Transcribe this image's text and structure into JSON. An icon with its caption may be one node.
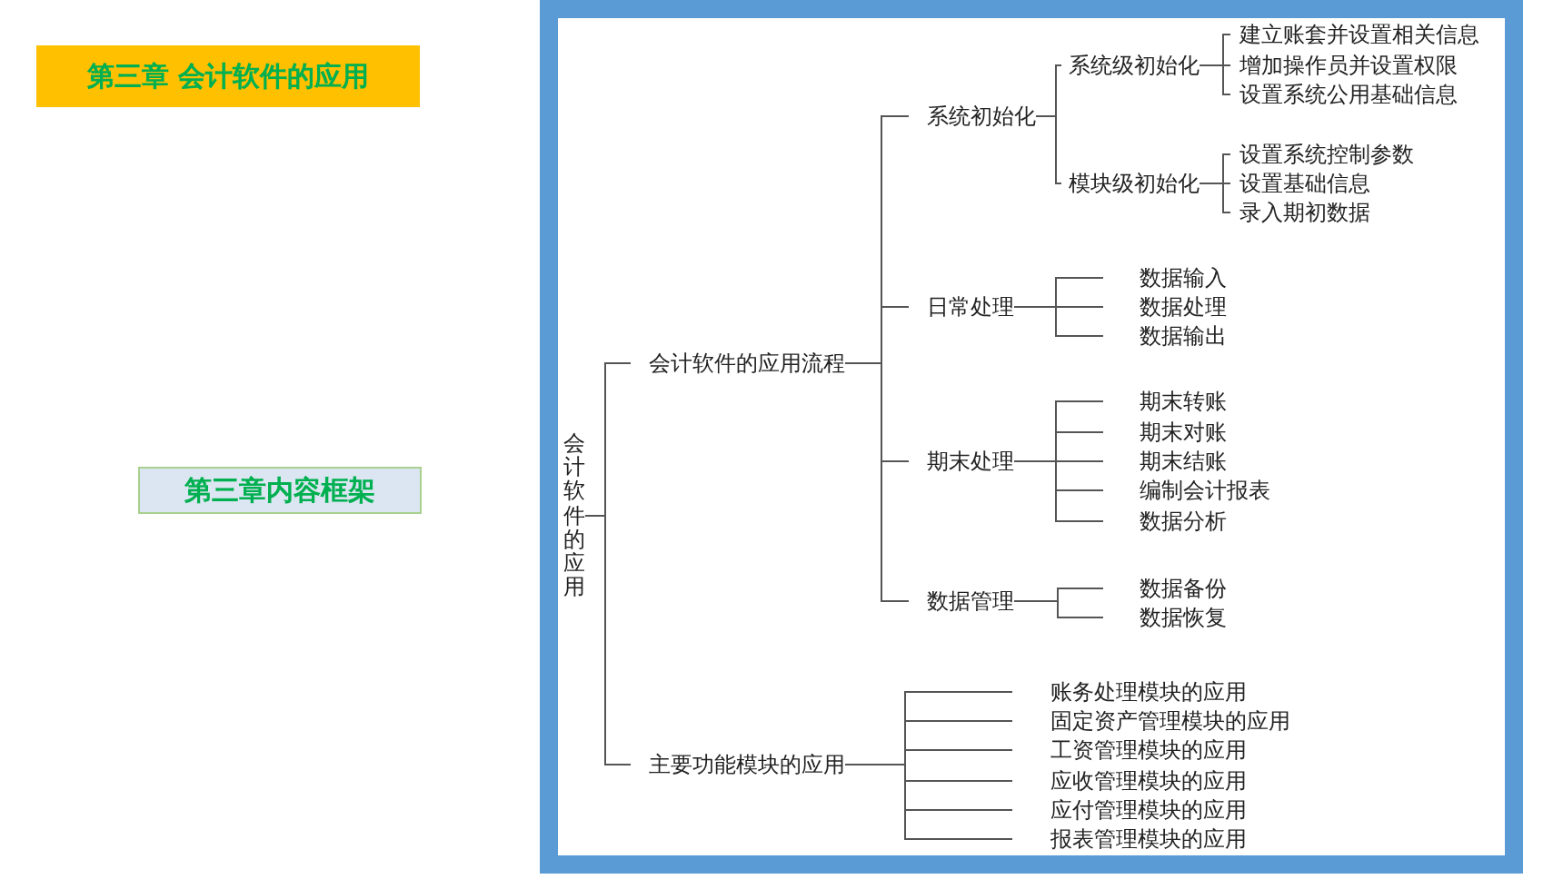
{
  "diagram": {
    "nodes": [
      {
        "text": [
          "第三章 会计软件的应用"
        ]
      },
      {
        "text": [
          "第三章内容框架"
        ]
      },
      {
        "text": [
          "会计软件的应用"
        ]
      },
      {
        "text": [
          "会计软件的应用流程"
        ]
      },
      {
        "text": [
          "系统初始化"
        ]
      },
      {
        "text": [
          "系统级初始化"
        ]
      },
      {
        "text": [
          "建立账套并设置相关信息"
        ]
      },
      {
        "text": [
          "增加操作员并设置权限"
        ]
      },
      {
        "text": [
          "设置系统公用基础信息"
        ]
      },
      {
        "text": [
          "模块级初始化"
        ]
      },
      {
        "text": [
          "设置系统控制参数"
        ]
      },
      {
        "text": [
          "设置基础信息"
        ]
      },
      {
        "text": [
          "录入期初数据"
        ]
      },
      {
        "text": [
          "日常处理"
        ]
      },
      {
        "text": [
          "数据输入"
        ]
      },
      {
        "text": [
          "数据处理"
        ]
      },
      {
        "text": [
          "数据输出"
        ]
      },
      {
        "text": [
          "期末处理"
        ]
      },
      {
        "text": [
          "期末转账"
        ]
      },
      {
        "text": [
          "期末对账"
        ]
      },
      {
        "text": [
          "期末结账"
        ]
      },
      {
        "text": [
          "编制会计报表"
        ]
      },
      {
        "text": [
          "数据分析"
        ]
      },
      {
        "text": [
          "数据管理"
        ]
      },
      {
        "text": [
          "数据备份"
        ]
      },
      {
        "text": [
          "数据恢复"
        ]
      },
      {
        "text": [
          "主要功能模块的应用"
        ]
      },
      {
        "text": [
          "账务处理模块的应用"
        ]
      },
      {
        "text": [
          "固定资产管理模块的应用"
        ]
      },
      {
        "text": [
          "工资管理模块的应用"
        ]
      },
      {
        "text": [
          "应收管理模块的应用"
        ]
      },
      {
        "text": [
          "应付管理模块的应用"
        ]
      },
      {
        "text": [
          "报表管理模块的应用"
        ]
      }
    ],
    "edges": [
      {
        "from": 2,
        "to": 3,
        "arrow": "none"
      },
      {
        "from": 2,
        "to": 26,
        "arrow": "none"
      },
      {
        "from": 3,
        "to": 4,
        "arrow": "none"
      },
      {
        "from": 3,
        "to": 13,
        "arrow": "none"
      },
      {
        "from": 3,
        "to": 17,
        "arrow": "none"
      },
      {
        "from": 3,
        "to": 23,
        "arrow": "none"
      },
      {
        "from": 4,
        "to": 5,
        "arrow": "none"
      },
      {
        "from": 4,
        "to": 9,
        "arrow": "none"
      },
      {
        "from": 5,
        "to": 6,
        "arrow": "none"
      },
      {
        "from": 5,
        "to": 7,
        "arrow": "none"
      },
      {
        "from": 5,
        "to": 8,
        "arrow": "none"
      },
      {
        "from": 9,
        "to": 10,
        "arrow": "none"
      },
      {
        "from": 9,
        "to": 11,
        "arrow": "none"
      },
      {
        "from": 9,
        "to": 12,
        "arrow": "none"
      },
      {
        "from": 13,
        "to": 14,
        "arrow": "none"
      },
      {
        "from": 13,
        "to": 15,
        "arrow": "none"
      },
      {
        "from": 13,
        "to": 16,
        "arrow": "none"
      },
      {
        "from": 17,
        "to": 18,
        "arrow": "none"
      },
      {
        "from": 17,
        "to": 19,
        "arrow": "none"
      },
      {
        "from": 17,
        "to": 20,
        "arrow": "none"
      },
      {
        "from": 17,
        "to": 21,
        "arrow": "none"
      },
      {
        "from": 17,
        "to": 22,
        "arrow": "none"
      },
      {
        "from": 23,
        "to": 24,
        "arrow": "none"
      },
      {
        "from": 23,
        "to": 25,
        "arrow": "none"
      },
      {
        "from": 26,
        "to": 27,
        "arrow": "none"
      },
      {
        "from": 26,
        "to": 28,
        "arrow": "none"
      },
      {
        "from": 26,
        "to": 29,
        "arrow": "none"
      },
      {
        "from": 26,
        "to": 30,
        "arrow": "none"
      },
      {
        "from": 26,
        "to": 31,
        "arrow": "none"
      },
      {
        "from": 26,
        "to": 32,
        "arrow": "none"
      }
    ]
  }
}
